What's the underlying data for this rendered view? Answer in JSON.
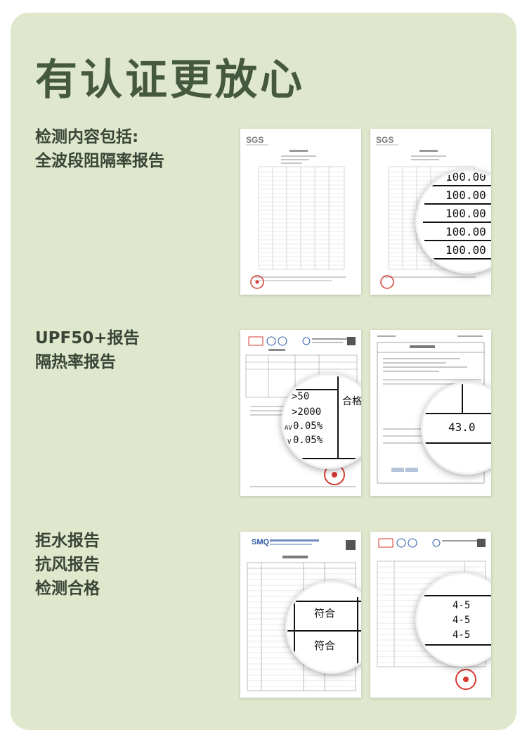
{
  "page": {
    "title": "有认证更放心"
  },
  "sections": [
    {
      "lines": [
        "检测内容包括:",
        "全波段阻隔率报告"
      ]
    },
    {
      "lines": [
        "UPF50+报告",
        "隔热率报告"
      ]
    },
    {
      "lines": [
        "拒水报告",
        "抗风报告",
        "检测合格"
      ]
    }
  ],
  "docs": {
    "sgs1": {
      "logo": "SGS"
    },
    "sgs2": {
      "logo": "SGS",
      "magnifier_values": [
        "100.00",
        "100.00",
        "100.00",
        "100.00",
        "100.00"
      ]
    },
    "upf": {
      "col_left": [
        ">50",
        ">2000",
        "0.05%",
        "0.05%"
      ],
      "col_right": "合格",
      "sub_av": "AV",
      "sub_v": "V"
    },
    "heat": {
      "value": "43.0"
    },
    "water": {
      "logo": "SMQ",
      "values": [
        "符合",
        "符合"
      ]
    },
    "wind": {
      "values": [
        "4-5",
        "4-5",
        "4-5"
      ]
    }
  },
  "colors": {
    "card_bg": "#dfe7cd",
    "title": "#45593f",
    "text": "#3b4536",
    "sgs_logo": "#7c7c7c",
    "smq_logo": "#2d5aa8",
    "stamp_red": "#d63a32"
  }
}
